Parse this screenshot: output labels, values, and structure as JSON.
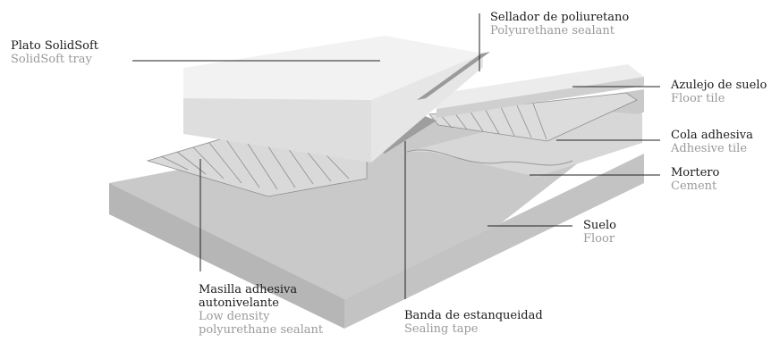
{
  "labels": {
    "tray": {
      "es": "Plato SolidSoft",
      "en": "SolidSoft tray"
    },
    "sealant": {
      "es": "Sellador de poliuretano",
      "en": "Polyurethane sealant"
    },
    "floor_tile": {
      "es": "Azulejo de suelo",
      "en": "Floor tile"
    },
    "adhesive": {
      "es": "Cola adhesiva",
      "en": "Adhesive tile"
    },
    "mortar": {
      "es": "Mortero",
      "en": "Cement"
    },
    "floor": {
      "es": "Suelo",
      "en": "Floor"
    },
    "leveling": {
      "es_1": "Masilla adhesiva",
      "es_2": "autonivelante",
      "en_1": "Low density",
      "en_2": "polyurethane sealant"
    },
    "tape": {
      "es": "Banda de estanqueidad",
      "en": "Sealing tape"
    }
  },
  "colors": {
    "slab_top": "#c9c9c9",
    "slab_front": "#b4b4b4",
    "slab_side": "#c2c2c2",
    "tray_top": "#f1f1f1",
    "tray_front": "#dedede",
    "tile_top": "#ebebeb",
    "leader": "#222222"
  }
}
